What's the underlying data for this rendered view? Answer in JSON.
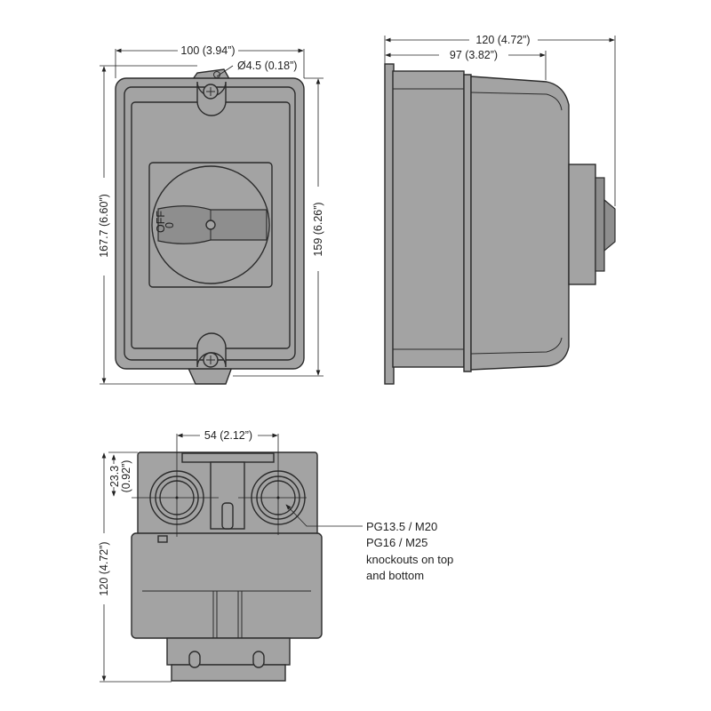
{
  "front_view": {
    "width_dim": "100 (3.94”)",
    "hole_dim": "Ø4.5 (0.18”)",
    "total_height_dim": "167.7 (6.60”)",
    "body_height_dim": "159 (6.26”)",
    "handle_label": "OFF",
    "handle_symbol": "0"
  },
  "side_view": {
    "total_depth_dim": "120 (4.72”)",
    "body_depth_dim": "97 (3.82”)"
  },
  "bottom_view": {
    "knockout_spacing_dim": "54 (2.12”)",
    "knockout_offset_dim_mm": "23.3",
    "knockout_offset_dim_in": "(0.92”)",
    "depth_dim": "120 (4.72”)",
    "callout_lines": [
      "PG13.5 / M20",
      "PG16 / M25",
      "knockouts on top",
      "and bottom"
    ]
  },
  "colors": {
    "housing": "#a3a3a3",
    "outline": "#2b2b2b"
  }
}
